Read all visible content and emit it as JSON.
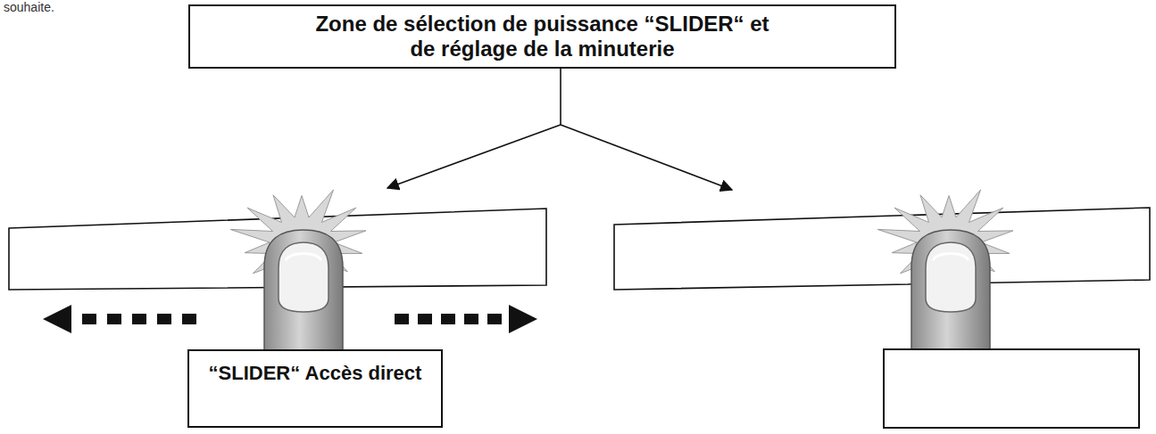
{
  "diagram": {
    "nodes": [
      {
        "text": [
          "Zone de sélection de puissance “SLIDER“ et de réglage de la minuterie"
        ]
      },
      {
        "text": [
          "“SLIDER“ Accès direct"
        ]
      }
    ],
    "labels": [
      "souhaite."
    ]
  }
}
